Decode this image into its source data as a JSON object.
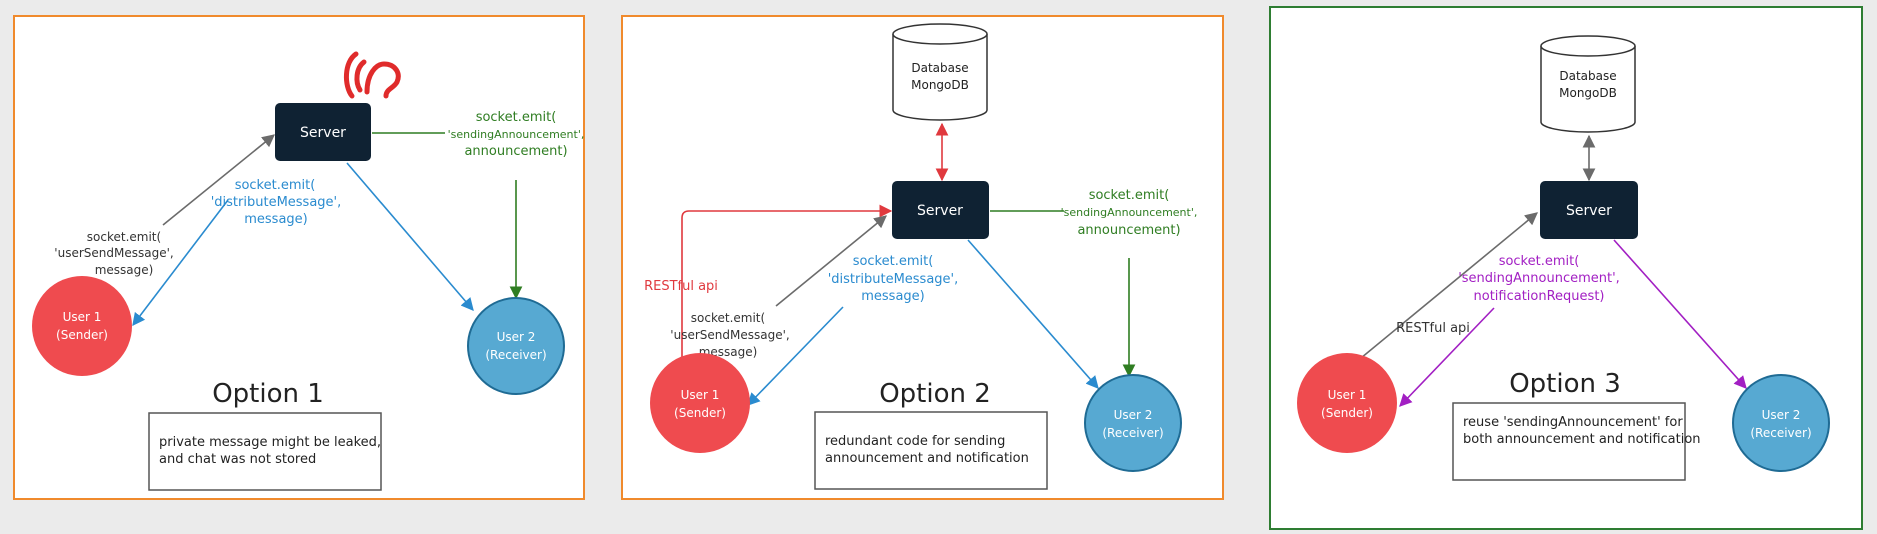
{
  "colors": {
    "orange_border": "#f08a2c",
    "green_border": "#2e7d32",
    "server_fill": "#0f2233",
    "user1_fill": "#ef4b4f",
    "user2_fill": "#57a9d2",
    "gray_arrow": "#6b6b6b",
    "blue_arrow": "#2a8bcf",
    "green_arrow": "#2f7d22",
    "red_arrow": "#e0393e",
    "purple_arrow": "#a21fc3"
  },
  "panels": [
    {
      "title": "Option 1",
      "server": "Server",
      "user1": [
        "User 1",
        "(Sender)"
      ],
      "user2": [
        "User 2",
        "(Receiver)"
      ],
      "note": [
        "private message might be leaked,",
        "and chat was not stored"
      ],
      "labels": {
        "user_send": [
          "socket.emit(",
          "'userSendMessage',",
          "message)"
        ],
        "distribute": [
          "socket.emit(",
          "'distributeMessage',",
          "message)"
        ],
        "announce": [
          "socket.emit(",
          "'sendingAnnouncement',",
          "announcement)"
        ]
      },
      "icon": "listening-ear-icon"
    },
    {
      "title": "Option 2",
      "server": "Server",
      "database": [
        "Database",
        "MongoDB"
      ],
      "user1": [
        "User 1",
        "(Sender)"
      ],
      "user2": [
        "User 2",
        "(Receiver)"
      ],
      "note": [
        "redundant code for sending",
        "announcement and notification"
      ],
      "labels": {
        "restful": "RESTful api",
        "user_send": [
          "socket.emit(",
          "'userSendMessage',",
          "message)"
        ],
        "distribute": [
          "socket.emit(",
          "'distributeMessage',",
          "message)"
        ],
        "announce": [
          "socket.emit(",
          "'sendingAnnouncement',",
          "announcement)"
        ]
      }
    },
    {
      "title": "Option 3",
      "server": "Server",
      "database": [
        "Database",
        "MongoDB"
      ],
      "user1": [
        "User 1",
        "(Sender)"
      ],
      "user2": [
        "User 2",
        "(Receiver)"
      ],
      "note": [
        "reuse 'sendingAnnouncement' for",
        "both announcement and notification"
      ],
      "labels": {
        "restful": "RESTful api",
        "announce": [
          "socket.emit(",
          "'sendingAnnouncement',",
          "notificationRequest)"
        ]
      }
    }
  ]
}
